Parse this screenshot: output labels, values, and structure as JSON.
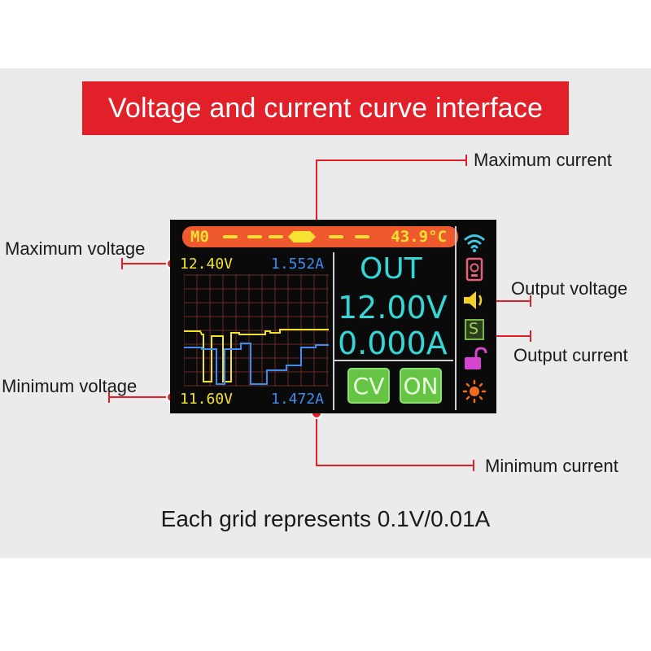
{
  "banner": {
    "title": "Voltage and current curve interface"
  },
  "callouts": {
    "max_current": "Maximum current",
    "max_voltage": "Maximum voltage",
    "output_voltage": "Output voltage",
    "output_current": "Output current",
    "min_voltage": "Minimum voltage",
    "min_current": "Minimum current"
  },
  "footnote": "Each grid represents 0.1V/0.01A",
  "screen": {
    "status": {
      "mode": "M0",
      "temperature": "43.9°C"
    },
    "graph": {
      "max_voltage": "12.40V",
      "max_current": "1.552A",
      "min_voltage": "11.60V",
      "min_current": "1.472A"
    },
    "output": {
      "label": "OUT",
      "voltage": "12.00V",
      "current": "0.000A"
    },
    "buttons": {
      "cv": "CV",
      "on": "ON"
    },
    "side_icons": [
      {
        "name": "wifi-icon",
        "color": "#3fc7e6"
      },
      {
        "name": "device-icon",
        "color": "#e8607a"
      },
      {
        "name": "speaker-icon",
        "color": "#f2d02a"
      },
      {
        "name": "s-badge-icon",
        "color": "#7ab84a",
        "label": "S"
      },
      {
        "name": "unlock-icon",
        "color": "#d744d0"
      },
      {
        "name": "brightness-icon",
        "color": "#f26a1e"
      }
    ]
  },
  "colors": {
    "banner": "#e2202a",
    "voltage_trace": "#f2e22a",
    "current_trace": "#3d8cf0",
    "grid": "#6b2a22",
    "readout_cyan": "#37d6d6",
    "button_green": "#65c444"
  }
}
